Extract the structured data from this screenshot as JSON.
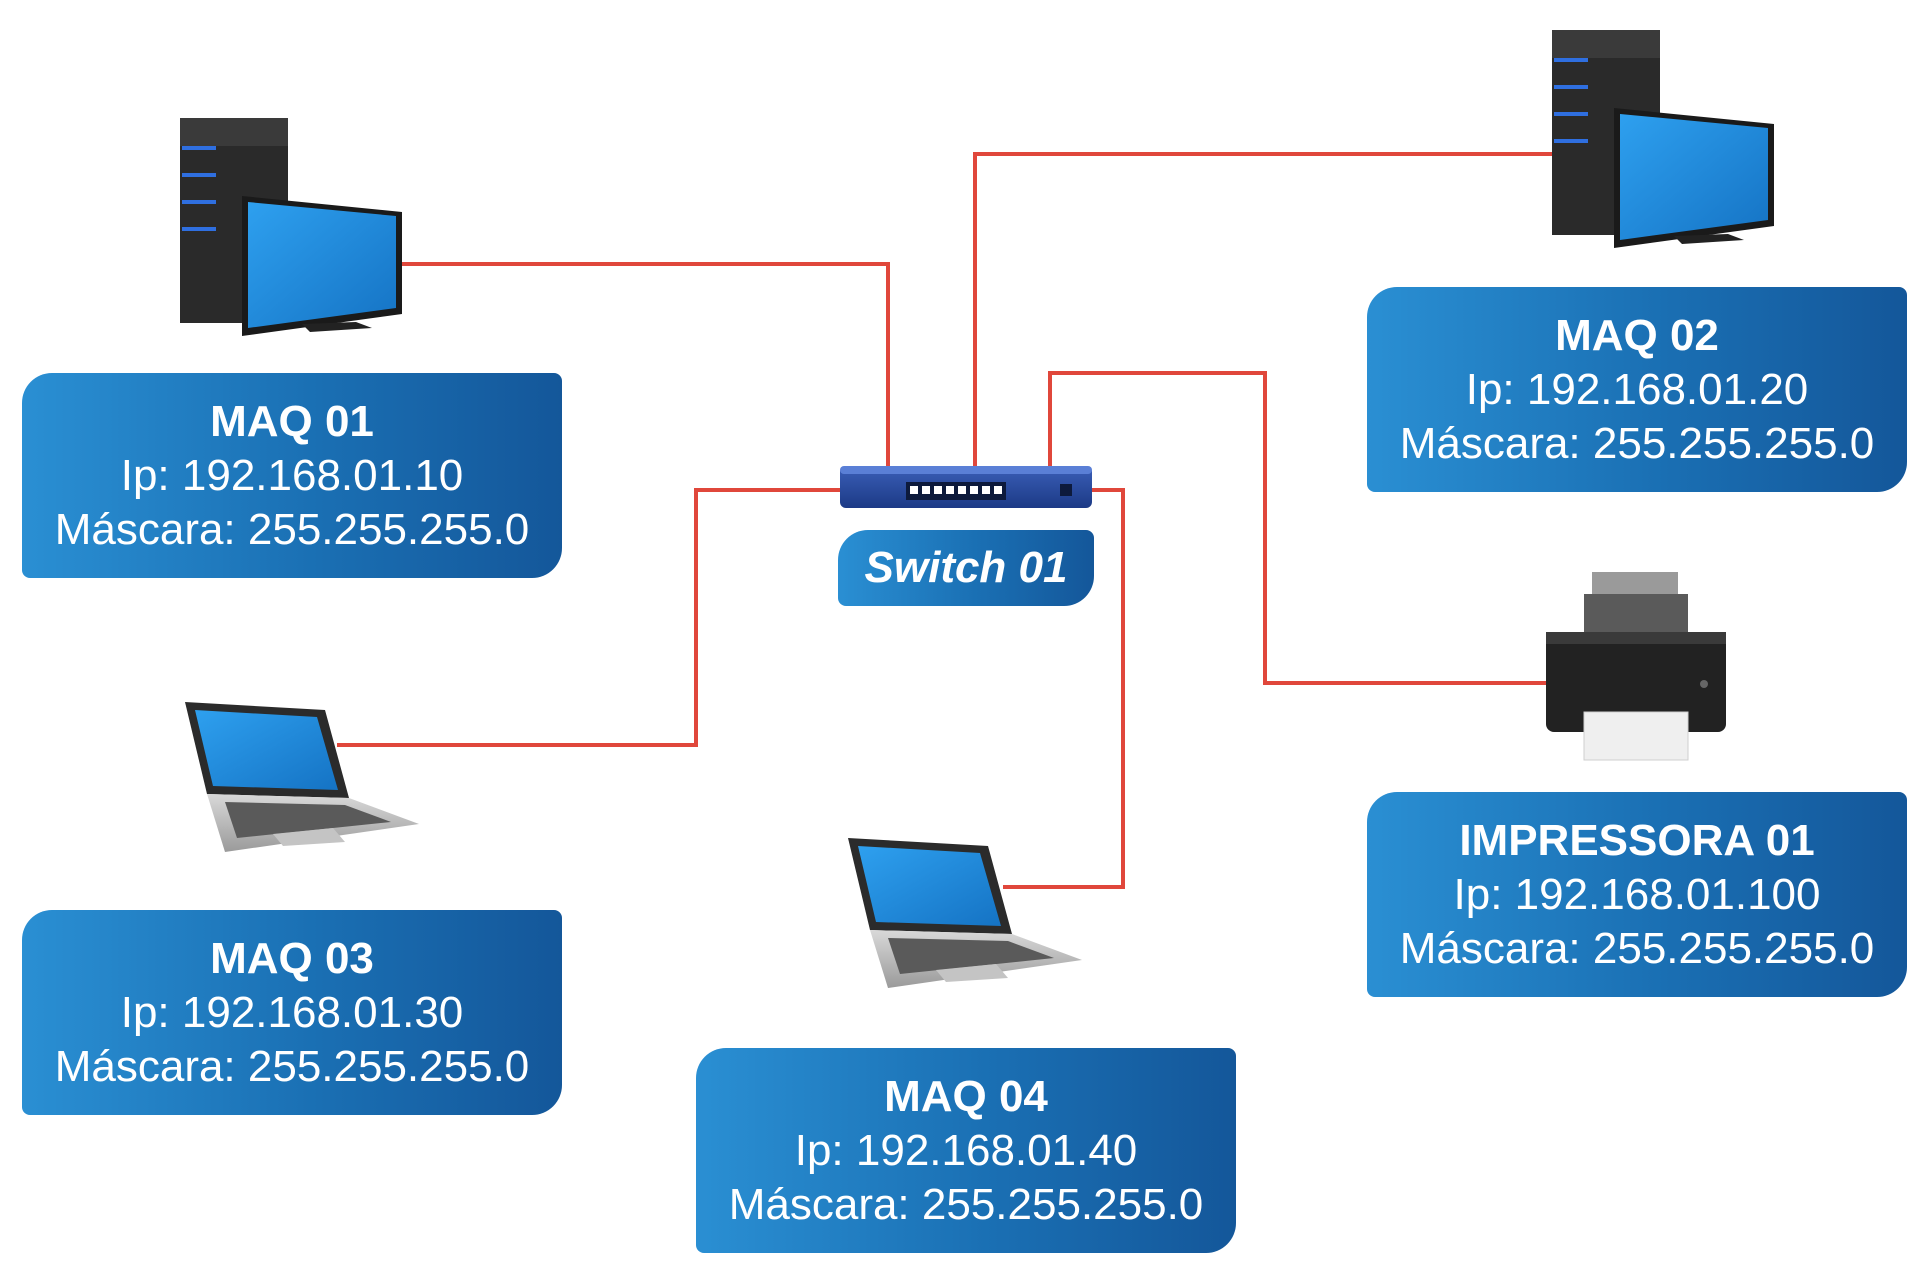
{
  "colors": {
    "link": "#e0473b",
    "card": "#1a6fb3",
    "screen": "#1f8fe0"
  },
  "switch": {
    "label": "Switch 01",
    "icon": "network-switch-icon"
  },
  "devices": {
    "maq01": {
      "name": "MAQ 01",
      "ip": "Ip: 192.168.01.10",
      "mask": "Máscara: 255.255.255.0",
      "icon": "desktop-computer-icon"
    },
    "maq02": {
      "name": "MAQ 02",
      "ip": "Ip: 192.168.01.20",
      "mask": "Máscara: 255.255.255.0",
      "icon": "desktop-computer-icon"
    },
    "maq03": {
      "name": "MAQ 03",
      "ip": "Ip: 192.168.01.30",
      "mask": "Máscara: 255.255.255.0",
      "icon": "laptop-icon"
    },
    "maq04": {
      "name": "MAQ 04",
      "ip": "Ip: 192.168.01.40",
      "mask": "Máscara: 255.255.255.0",
      "icon": "laptop-icon"
    },
    "imp01": {
      "name": "IMPRESSORA 01",
      "ip": "Ip: 192.168.01.100",
      "mask": "Máscara: 255.255.255.0",
      "icon": "printer-icon"
    }
  }
}
